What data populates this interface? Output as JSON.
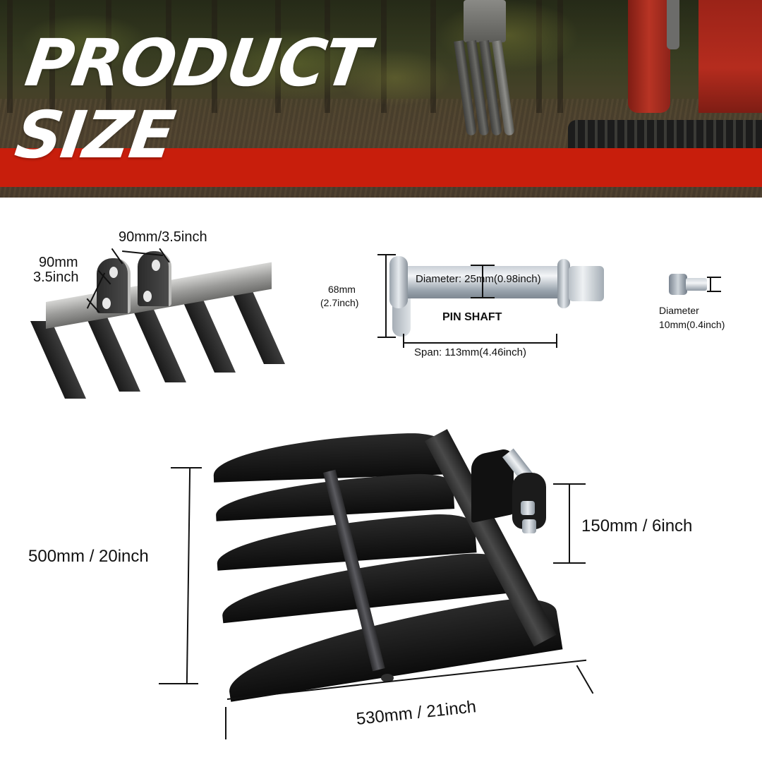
{
  "banner": {
    "title_line1": "PRODUCT",
    "title_line2": "SIZE",
    "accent_color": "#c81e0c",
    "background": "forest photo with excavator and ripper attachment"
  },
  "mounting_plates": {
    "plate_spacing": "90mm/3.5inch",
    "plate_height_mm": "90mm",
    "plate_height_inch": "3.5inch"
  },
  "pin_shaft": {
    "name": "PIN SHAFT",
    "diameter": "Diameter: 25mm(0.98inch)",
    "height_mm": "68mm",
    "height_inch": "(2.7inch)",
    "span": "Span: 113mm(4.46inch)"
  },
  "bolt": {
    "label_line1": "Diameter",
    "label_line2": "10mm(0.4inch)"
  },
  "rake": {
    "height": "500mm / 20inch",
    "mount_height": "150mm / 6inch",
    "width": "530mm / 21inch",
    "tine_count": 5
  }
}
